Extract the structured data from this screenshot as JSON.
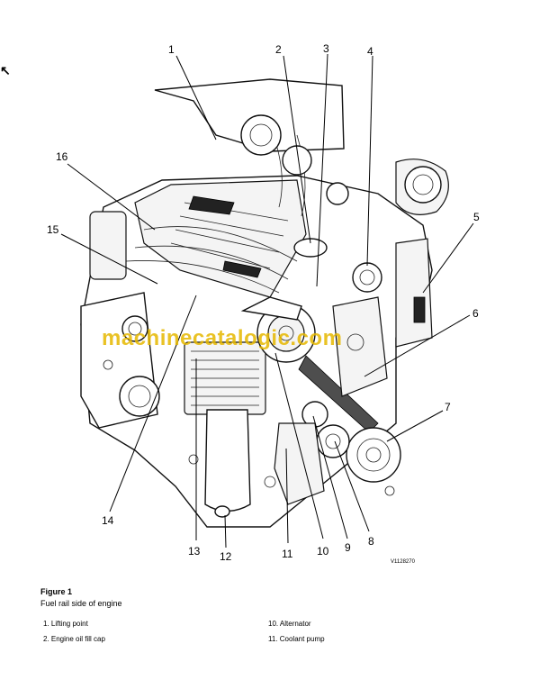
{
  "figure": {
    "callouts": [
      "1",
      "2",
      "3",
      "4",
      "5",
      "6",
      "7",
      "8",
      "9",
      "10",
      "11",
      "12",
      "13",
      "14",
      "15",
      "16"
    ],
    "image_code": "V1128270",
    "watermark": "machinecatalogic.com",
    "corner_mark": "↖"
  },
  "caption": {
    "title": "Figure 1",
    "text": "Fuel rail side of engine"
  },
  "legend": [
    "1. Lifting point",
    "2. Engine oil fill cap",
    "10. Alternator",
    "11. Coolant pump"
  ]
}
